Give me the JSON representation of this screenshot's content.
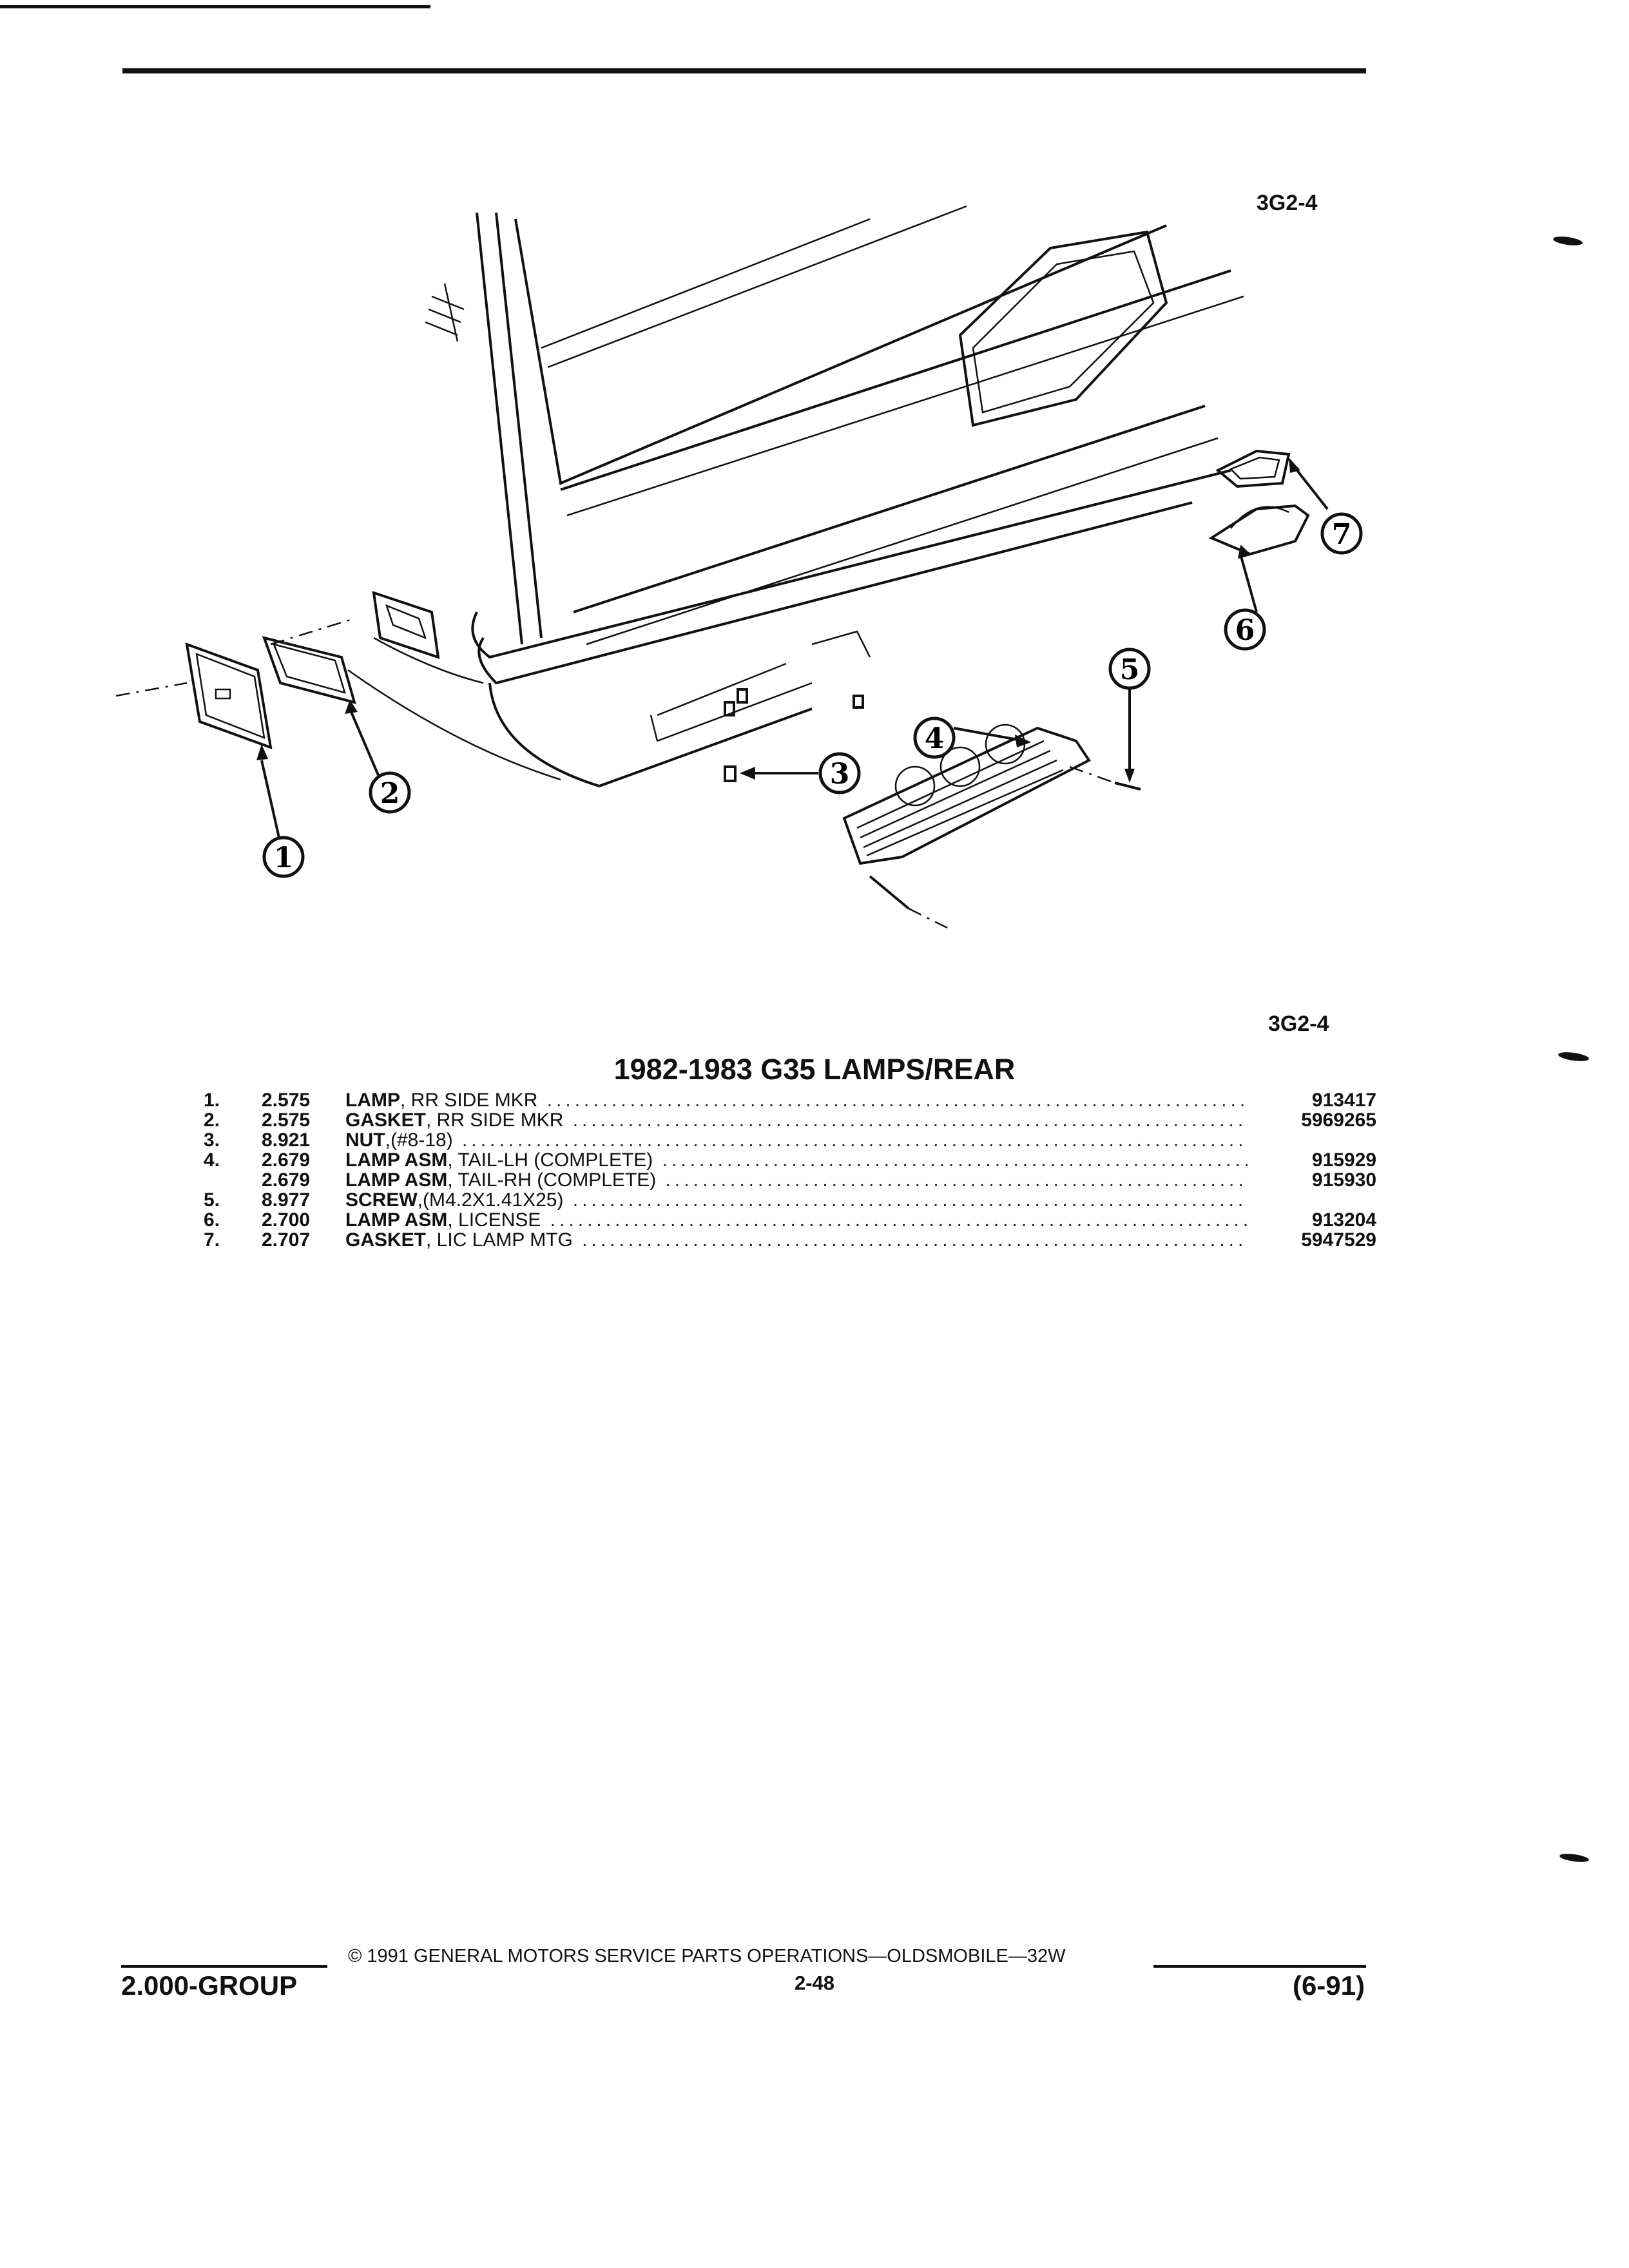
{
  "figure_code_top": "3G2-4",
  "figure_code_bottom": "3G2-4",
  "section_title": "1982-1983 G35 LAMPS/REAR",
  "callouts": [
    "1",
    "2",
    "3",
    "4",
    "5",
    "6",
    "7"
  ],
  "parts": [
    {
      "item": "1.",
      "group": "2.575",
      "name": "LAMP",
      "qualifier": ", RR SIDE MKR",
      "part_number": "913417"
    },
    {
      "item": "2.",
      "group": "2.575",
      "name": "GASKET",
      "qualifier": ", RR SIDE MKR",
      "part_number": "5969265"
    },
    {
      "item": "3.",
      "group": "8.921",
      "name": "NUT",
      "qualifier": ",(#8-18)",
      "part_number": ""
    },
    {
      "item": "4.",
      "group": "2.679",
      "name": "LAMP ASM",
      "qualifier": ", TAIL-LH (COMPLETE)",
      "part_number": "915929"
    },
    {
      "item": "",
      "group": "2.679",
      "name": "LAMP ASM",
      "qualifier": ", TAIL-RH (COMPLETE)",
      "part_number": "915930"
    },
    {
      "item": "5.",
      "group": "8.977",
      "name": "SCREW",
      "qualifier": ",(M4.2X1.41X25)",
      "part_number": ""
    },
    {
      "item": "6.",
      "group": "2.700",
      "name": "LAMP ASM",
      "qualifier": ", LICENSE",
      "part_number": "913204"
    },
    {
      "item": "7.",
      "group": "2.707",
      "name": "GASKET",
      "qualifier": ", LIC LAMP MTG",
      "part_number": "5947529"
    }
  ],
  "footer": {
    "copyright": "© 1991 GENERAL MOTORS SERVICE PARTS OPERATIONS—OLDSMOBILE—32W",
    "group": "2.000-GROUP",
    "page": "2-48",
    "date": "(6-91)"
  }
}
